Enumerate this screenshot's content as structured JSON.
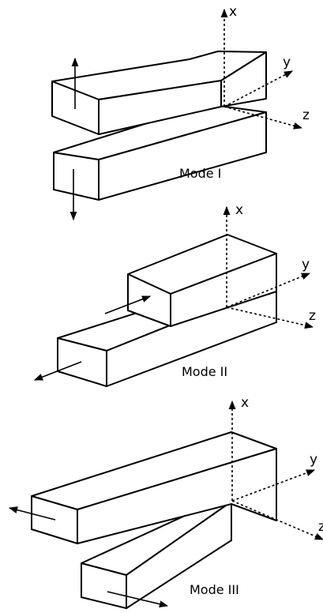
{
  "modes": [
    {
      "label": "Mode I",
      "axes": {
        "x": "x",
        "y": "y",
        "z": "z"
      }
    },
    {
      "label": "Mode II",
      "axes": {
        "x": "x",
        "y": "y",
        "z": "z"
      }
    },
    {
      "label": "Mode III",
      "axes": {
        "x": "x",
        "y": "y",
        "z": "z"
      }
    }
  ]
}
